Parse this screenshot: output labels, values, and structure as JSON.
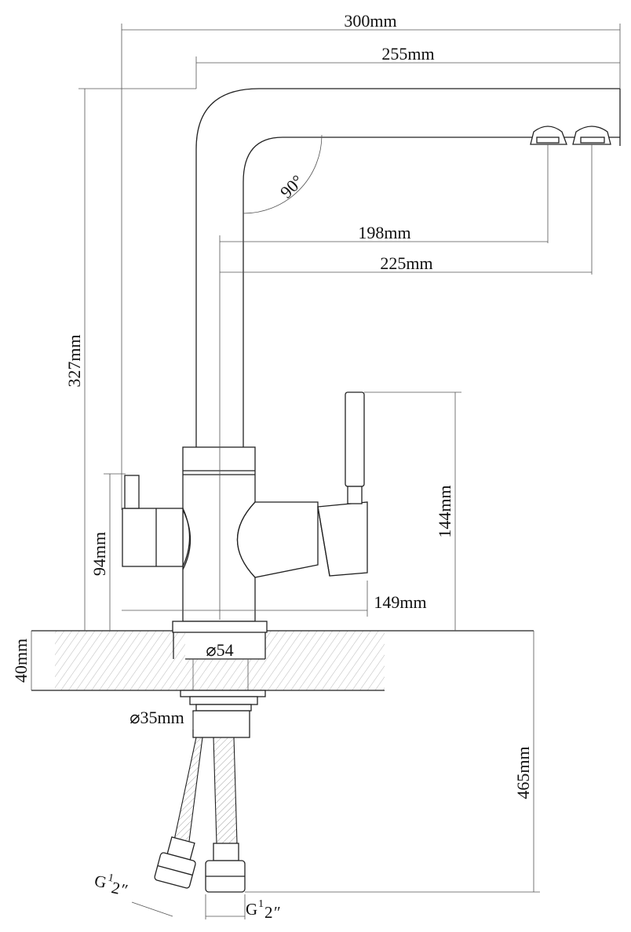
{
  "dimensions": {
    "overall_width": "300mm",
    "spout_reach_outer": "255mm",
    "spout_angle": "90°",
    "spout_reach_1": "198mm",
    "spout_reach_2": "225mm",
    "total_height": "327mm",
    "handle_height": "144mm",
    "side_handle_height": "94mm",
    "body_depth": "149mm",
    "base_diameter": "⌀54",
    "counter_thickness": "40mm",
    "shank_diameter": "⌀35mm",
    "hose_length": "465mm",
    "thread_left_prefix": "G",
    "thread_left_fraction_num": "1",
    "thread_left_fraction_den": "2",
    "thread_left_suffix": "″",
    "thread_right_prefix": "G",
    "thread_right_fraction_num": "1",
    "thread_right_fraction_den": "2",
    "thread_right_suffix": "″"
  },
  "colors": {
    "line": "#222222",
    "dim_line": "#555555",
    "hatch": "#9a9a9a"
  }
}
